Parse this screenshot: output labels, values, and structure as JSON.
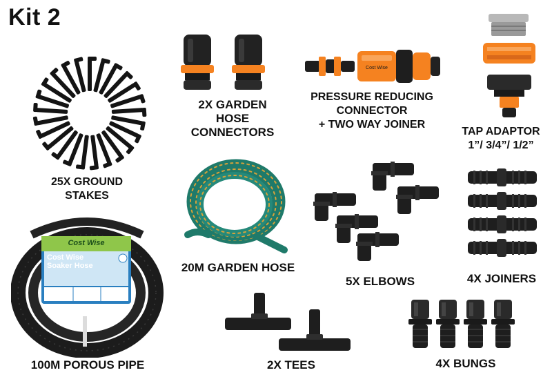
{
  "title": "Kit 2",
  "items": {
    "stakes": [
      "25X GROUND",
      "STAKES"
    ],
    "hose_connectors": [
      "2X GARDEN",
      "HOSE",
      "CONNECTORS"
    ],
    "pressure": [
      "PRESSURE REDUCING",
      "CONNECTOR",
      "+ TWO WAY JOINER"
    ],
    "tap": [
      "TAP ADAPTOR",
      "1”/ 3/4”/ 1/2”"
    ],
    "garden_hose": "20M GARDEN HOSE",
    "elbows": "5X ELBOWS",
    "joiners": "4X JOINERS",
    "porous": "100M POROUS PIPE",
    "tees": "2X TEES",
    "bungs": "4X BUNGS"
  },
  "package": {
    "brand": "Cost Wise",
    "product_line1": "Cost Wise",
    "product_line2": "Soaker Hose"
  },
  "colors": {
    "black_part": "#1a1a1a",
    "orange_part": "#f58220",
    "grey_part": "#9a9a9a",
    "hose_green": "#1f7a6a",
    "hose_stripe": "#d8a23a",
    "package_blue": "#2a7fc0"
  }
}
